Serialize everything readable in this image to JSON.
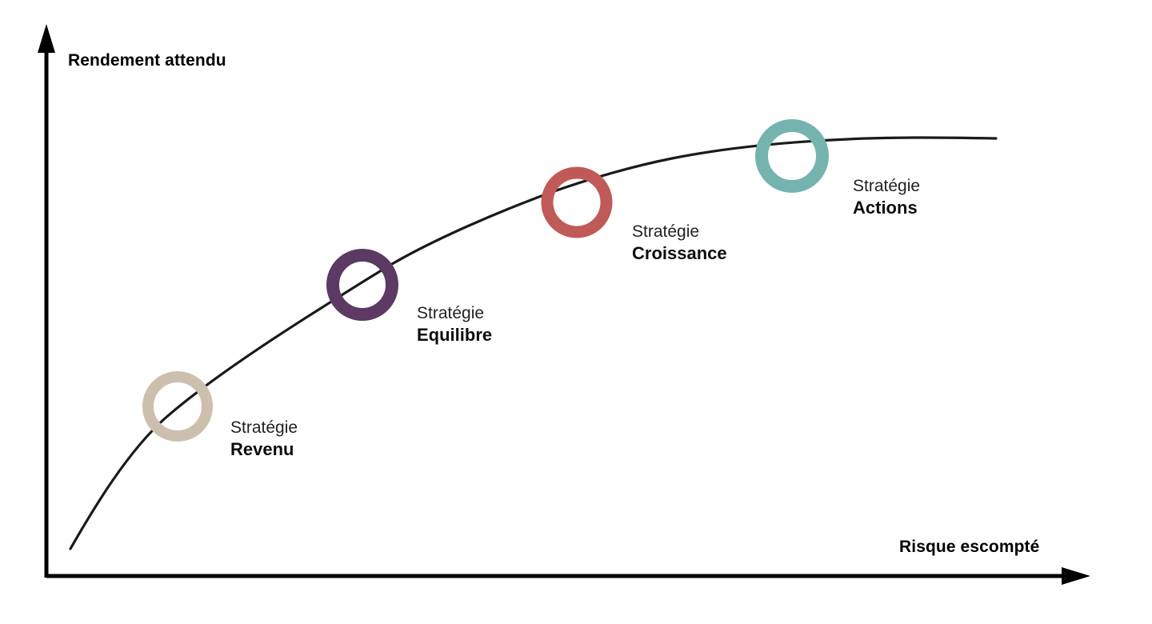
{
  "figure": {
    "title": "",
    "background_color": "#ffffff",
    "axis_color": "#000000",
    "curve_color": "#1a1a1a"
  },
  "axes": {
    "y_label": "Rendement attendu",
    "x_label": "Risque escompté"
  },
  "chart_data": {
    "type": "scatter",
    "title": "",
    "xlabel": "Risque escompté",
    "ylabel": "Rendement attendu",
    "grid": false,
    "legend": "none",
    "axis_ticks": [],
    "xlim": [
      0,
      100
    ],
    "ylim": [
      0,
      100
    ],
    "curve": {
      "label": "risk-return-curve",
      "description": "concave increasing risk/return frontier",
      "x": [
        2,
        10,
        20,
        30,
        40,
        52,
        64,
        76,
        88,
        96
      ],
      "y": [
        5,
        28,
        45,
        56,
        65,
        73,
        79,
        84,
        87,
        89
      ]
    },
    "categories": [
      "Revenu",
      "Equilibre",
      "Croissance",
      "Actions"
    ],
    "points": [
      {
        "lead": "Stratégie",
        "name": "Revenu",
        "color": "#cdbfae",
        "x": 13,
        "y": 36,
        "cx": 222,
        "cy": 508,
        "r": 37,
        "ring": 14
      },
      {
        "lead": "Stratégie",
        "name": "Equilibre",
        "color": "#5c3a63",
        "x": 30,
        "y": 58,
        "cx": 453,
        "cy": 356,
        "r": 37,
        "ring": 16
      },
      {
        "lead": "Stratégie",
        "name": "Croissance",
        "color": "#c05a58",
        "x": 50,
        "y": 73,
        "cx": 721,
        "cy": 253,
        "r": 37,
        "ring": 15
      },
      {
        "lead": "Stratégie",
        "name": "Actions",
        "color": "#75b3ae",
        "x": 71,
        "y": 83,
        "cx": 990,
        "cy": 195,
        "r": 38,
        "ring": 16
      }
    ]
  }
}
